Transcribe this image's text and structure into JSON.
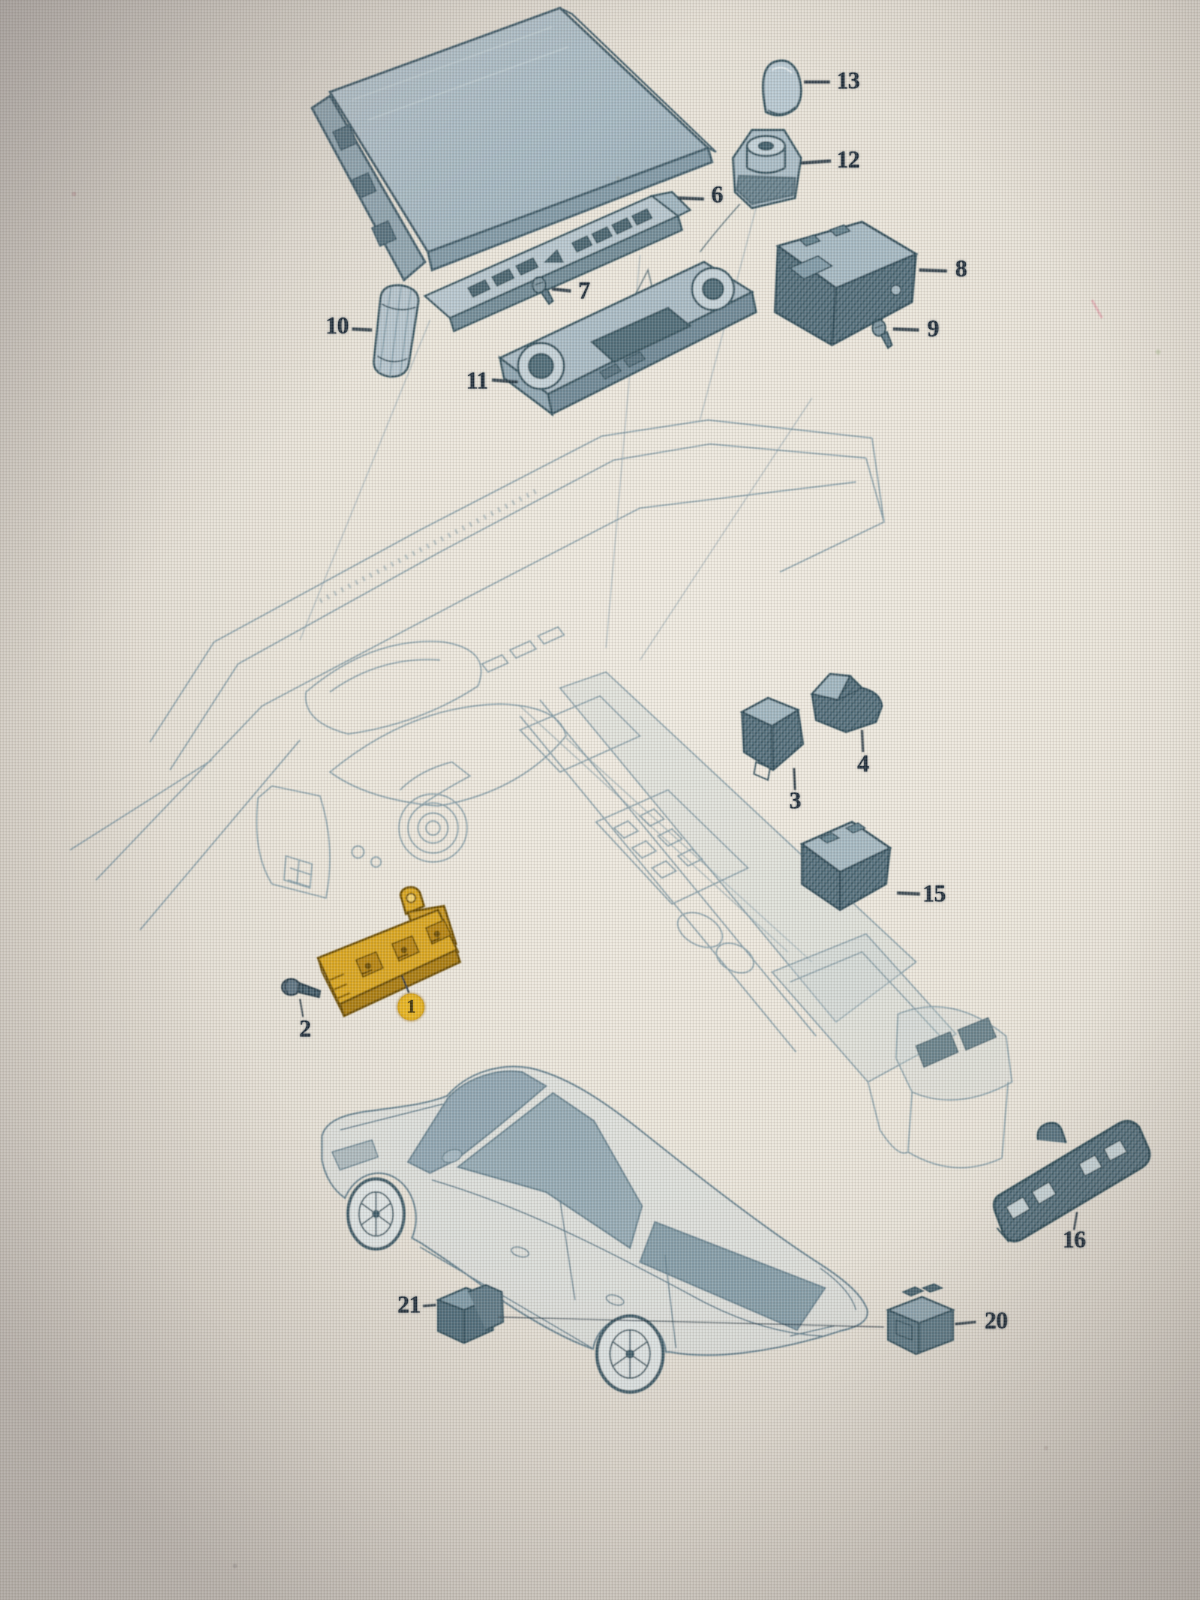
{
  "diagram": {
    "kind": "exploded-parts-diagram",
    "subject": "dashboard and center console switches with vehicle overview",
    "colors": {
      "background": "#eae5da",
      "line_art": "#3c5a68",
      "wireframe": "#7d97a3",
      "highlight": "#d9a41e",
      "label": "#1d2b38"
    },
    "highlighted_callout": "1",
    "callouts": [
      {
        "label": "13",
        "part": "gear-shift-knob",
        "highlighted": false
      },
      {
        "label": "12",
        "part": "gear-selector-unit",
        "highlighted": false
      },
      {
        "label": "6",
        "part": "button-strip-panel",
        "highlighted": false
      },
      {
        "label": "7",
        "part": "screw",
        "highlighted": false
      },
      {
        "label": "8",
        "part": "control-module",
        "highlighted": false
      },
      {
        "label": "9",
        "part": "screw",
        "highlighted": false
      },
      {
        "label": "10",
        "part": "rotary-knob",
        "highlighted": false
      },
      {
        "label": "11",
        "part": "climate-control-panel",
        "highlighted": false
      },
      {
        "label": "3",
        "part": "switch-module",
        "highlighted": false
      },
      {
        "label": "4",
        "part": "switch-module",
        "highlighted": false
      },
      {
        "label": "15",
        "part": "switch-block",
        "highlighted": false
      },
      {
        "label": "1",
        "part": "multi-switch-panel",
        "highlighted": true
      },
      {
        "label": "2",
        "part": "screw",
        "highlighted": false
      },
      {
        "label": "16",
        "part": "switch-trim-panel",
        "highlighted": false
      },
      {
        "label": "21",
        "part": "small-switch-unit",
        "highlighted": false
      },
      {
        "label": "20",
        "part": "control-unit",
        "highlighted": false
      }
    ]
  }
}
